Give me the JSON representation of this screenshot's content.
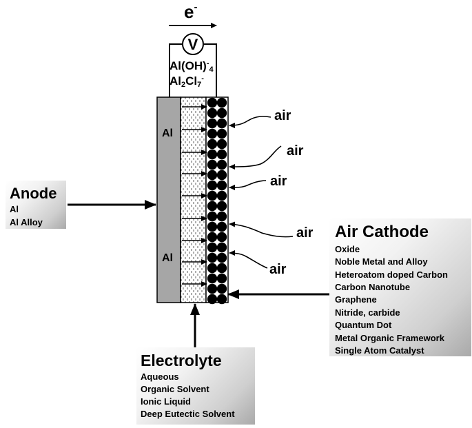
{
  "electron": {
    "symbol": "e",
    "charge": "-"
  },
  "voltmeter": {
    "symbol": "V"
  },
  "species": [
    {
      "base": "Al(OH)",
      "sup": "-",
      "sub": "4",
      "tail": ""
    },
    {
      "base": "Al",
      "sub": "2",
      "mid": "Cl",
      "sub2": "7",
      "sup": "-"
    }
  ],
  "cell": {
    "anode_metal_top": "Al",
    "anode_metal_bottom": "Al"
  },
  "air_labels": [
    "air",
    "air",
    "air",
    "air",
    "air"
  ],
  "anode": {
    "title": "Anode",
    "items": [
      "Al",
      "Al Alloy"
    ]
  },
  "cathode": {
    "title": "Air Cathode",
    "items": [
      "Oxide",
      "Noble Metal and Alloy",
      "Heteroatom doped Carbon",
      "Carbon Nanotube",
      "Graphene",
      "Nitride, carbide",
      "Quantum Dot",
      "Metal Organic Framework",
      "Single Atom Catalyst"
    ]
  },
  "electrolyte": {
    "title": "Electrolyte",
    "items": [
      "Aqueous",
      "Organic Solvent",
      "Ionic Liquid",
      "Deep Eutectic Solvent"
    ]
  },
  "colors": {
    "anode_fill": "#a6a6a6",
    "catalyst_fill": "#000000",
    "line": "#000000"
  }
}
